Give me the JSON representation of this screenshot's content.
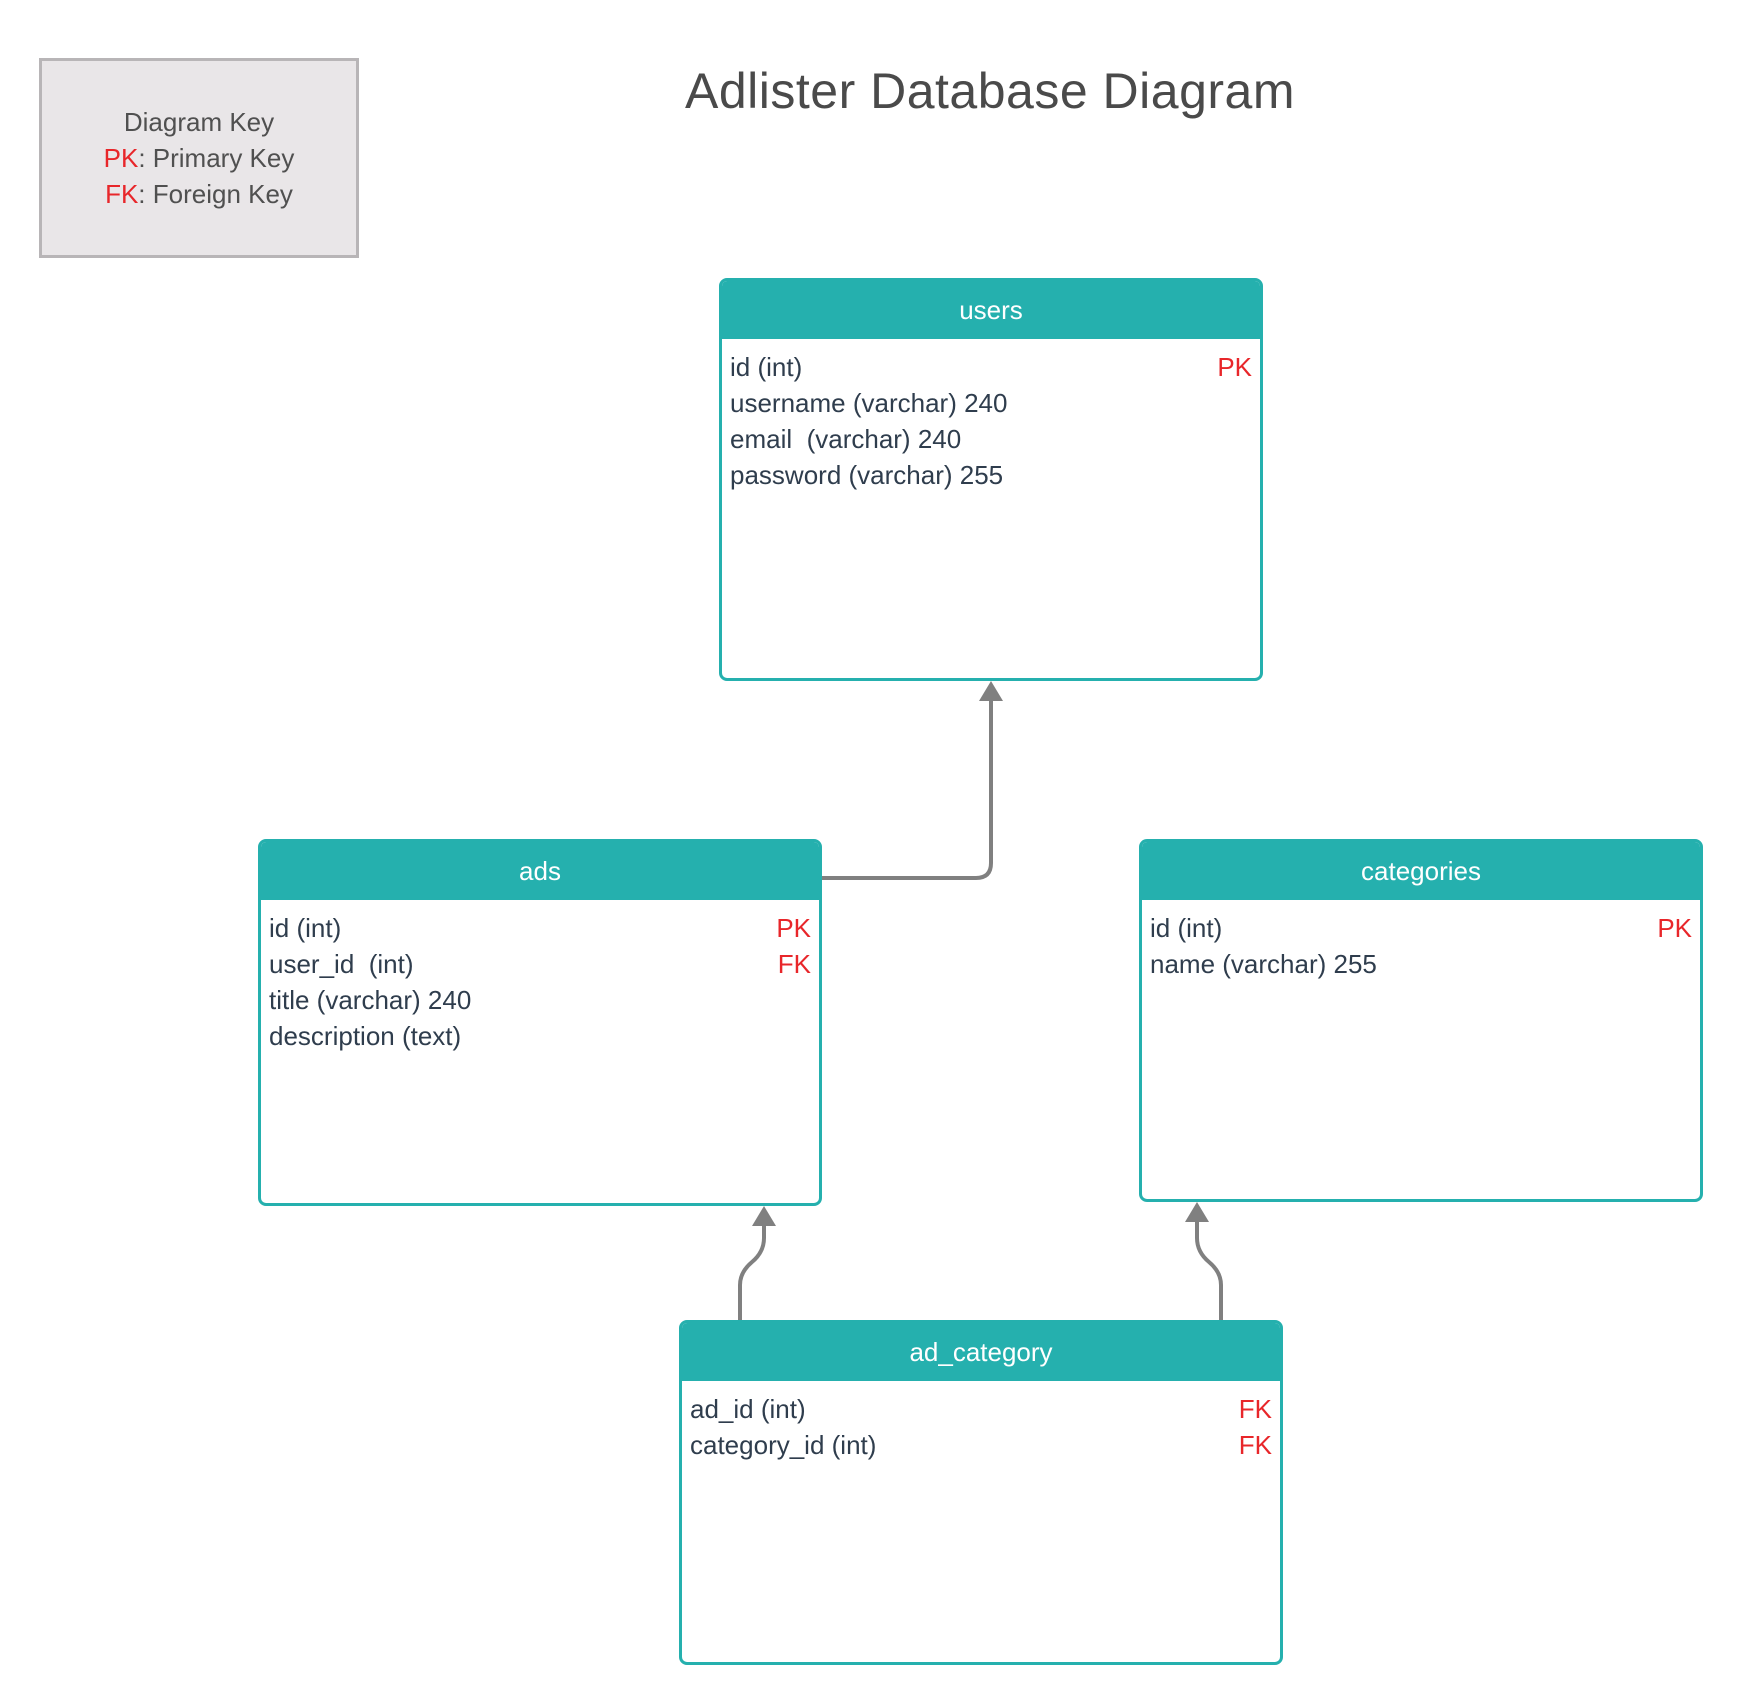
{
  "title": "Adlister Database Diagram",
  "key": {
    "heading": "Diagram Key",
    "pk_abbr": "PK",
    "pk_text": ": Primary Key",
    "fk_abbr": "FK",
    "fk_text": ": Foreign Key"
  },
  "colors": {
    "header": "#25b0ae",
    "key_red": "#e8262a",
    "field_text": "#2f3d4d",
    "connector": "#808080"
  },
  "tables": {
    "users": {
      "name": "users",
      "fields": [
        {
          "text": "id (int)",
          "key": "PK"
        },
        {
          "text": "username (varchar) 240",
          "key": ""
        },
        {
          "text": "email  (varchar) 240",
          "key": ""
        },
        {
          "text": "password (varchar) 255",
          "key": ""
        }
      ]
    },
    "ads": {
      "name": "ads",
      "fields": [
        {
          "text": "id (int)",
          "key": "PK"
        },
        {
          "text": "user_id  (int)",
          "key": "FK"
        },
        {
          "text": "title (varchar) 240",
          "key": ""
        },
        {
          "text": "description (text)",
          "key": ""
        }
      ]
    },
    "categories": {
      "name": "categories",
      "fields": [
        {
          "text": "id (int)",
          "key": "PK"
        },
        {
          "text": "name (varchar) 255",
          "key": ""
        }
      ]
    },
    "ad_category": {
      "name": "ad_category",
      "fields": [
        {
          "text": "ad_id (int)",
          "key": "FK"
        },
        {
          "text": "category_id (int)",
          "key": "FK"
        }
      ]
    }
  }
}
